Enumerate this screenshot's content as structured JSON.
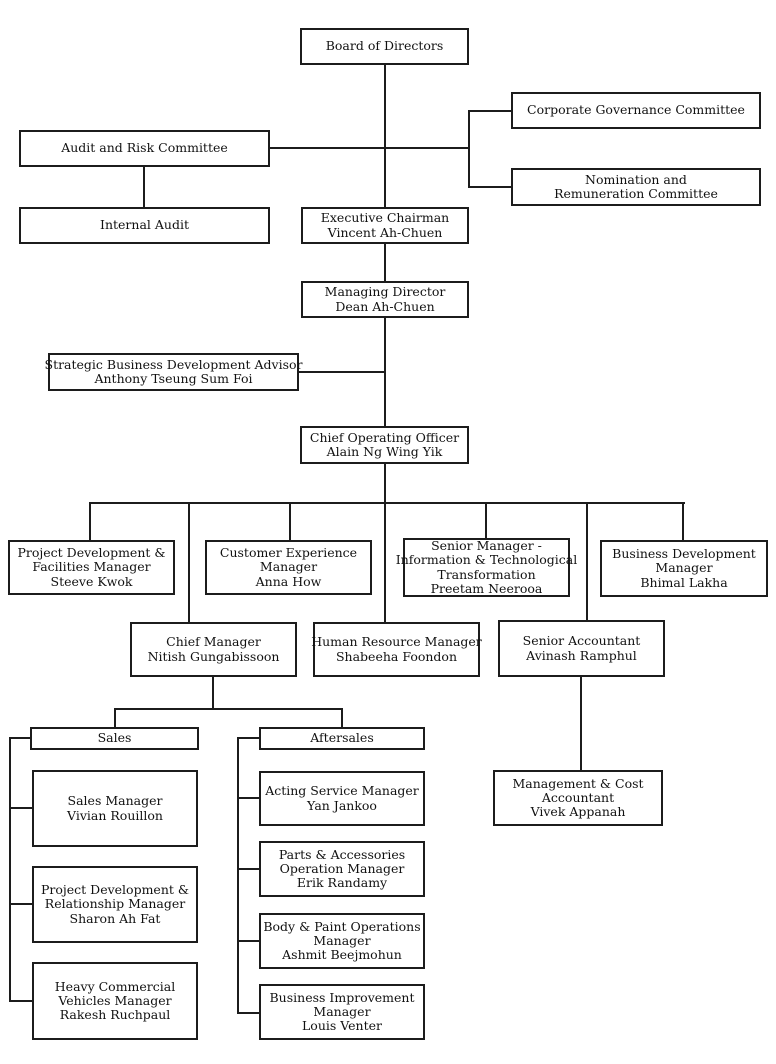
{
  "chart_title": "",
  "nodes": [
    {
      "id": "board",
      "lines": [
        "Board of Directors"
      ]
    },
    {
      "id": "audit_risk",
      "lines": [
        "Audit and Risk Committee"
      ]
    },
    {
      "id": "corp_gov",
      "lines": [
        "Corporate Governance Committee"
      ]
    },
    {
      "id": "nom_rem",
      "lines": [
        "Nomination and",
        "Remuneration Committee"
      ]
    },
    {
      "id": "internal_audit",
      "lines": [
        "Internal Audit"
      ]
    },
    {
      "id": "exec_chairman",
      "lines": [
        "Executive Chairman",
        "Vincent Ah-Chuen"
      ]
    },
    {
      "id": "managing_director",
      "lines": [
        "Managing Director",
        "Dean Ah-Chuen"
      ]
    },
    {
      "id": "strategic_advisor",
      "lines": [
        "Strategic Business Development Advisor",
        "Anthony Tseung Sum Foi"
      ]
    },
    {
      "id": "coo",
      "lines": [
        "Chief Operating Officer",
        "Alain Ng Wing Yik"
      ]
    },
    {
      "id": "proj_dev_fac",
      "lines": [
        "Project Development &",
        "Facilities Manager",
        "Steeve Kwok"
      ]
    },
    {
      "id": "cust_exp",
      "lines": [
        "Customer Experience",
        "Manager",
        "Anna How"
      ]
    },
    {
      "id": "senior_mgr_itt",
      "lines": [
        "Senior Manager -",
        "Information & Technological",
        "Transformation",
        "Preetam Neerooa"
      ]
    },
    {
      "id": "biz_dev",
      "lines": [
        "Business Development",
        "Manager",
        "Bhimal Lakha"
      ]
    },
    {
      "id": "chief_mgr",
      "lines": [
        "Chief Manager",
        "Nitish Gungabissoon"
      ]
    },
    {
      "id": "hr_mgr",
      "lines": [
        "Human Resource Manager",
        "Shabeeha Foondon"
      ]
    },
    {
      "id": "senior_acct",
      "lines": [
        "Senior Accountant",
        "Avinash Ramphul"
      ]
    },
    {
      "id": "sales_hdr",
      "lines": [
        "Sales"
      ]
    },
    {
      "id": "aftersales_hdr",
      "lines": [
        "Aftersales"
      ]
    },
    {
      "id": "sales_mgr",
      "lines": [
        "Sales Manager",
        "Vivian Rouillon"
      ]
    },
    {
      "id": "proj_rel_mgr",
      "lines": [
        "Project Development &",
        "Relationship Manager",
        "Sharon Ah Fat"
      ]
    },
    {
      "id": "heavy_comm",
      "lines": [
        "Heavy Commercial",
        "Vehicles Manager",
        "Rakesh Ruchpaul"
      ]
    },
    {
      "id": "acting_svc",
      "lines": [
        "Acting Service Manager",
        "Yan Jankoo"
      ]
    },
    {
      "id": "parts_acc",
      "lines": [
        "Parts & Accessories",
        "Operation Manager",
        "Erik Randamy"
      ]
    },
    {
      "id": "body_paint",
      "lines": [
        "Body & Paint Operations",
        "Manager",
        "Ashmit Beejmohun"
      ]
    },
    {
      "id": "biz_impr",
      "lines": [
        "Business Improvement",
        "Manager",
        "Louis Venter"
      ]
    },
    {
      "id": "mgmt_cost",
      "lines": [
        "Management & Cost",
        "Accountant",
        "Vivek Appanah"
      ]
    }
  ],
  "colors": {
    "line": "#1c1c1c",
    "box_border": "#1c1c1c",
    "background": "#ffffff",
    "text": "#111111"
  }
}
